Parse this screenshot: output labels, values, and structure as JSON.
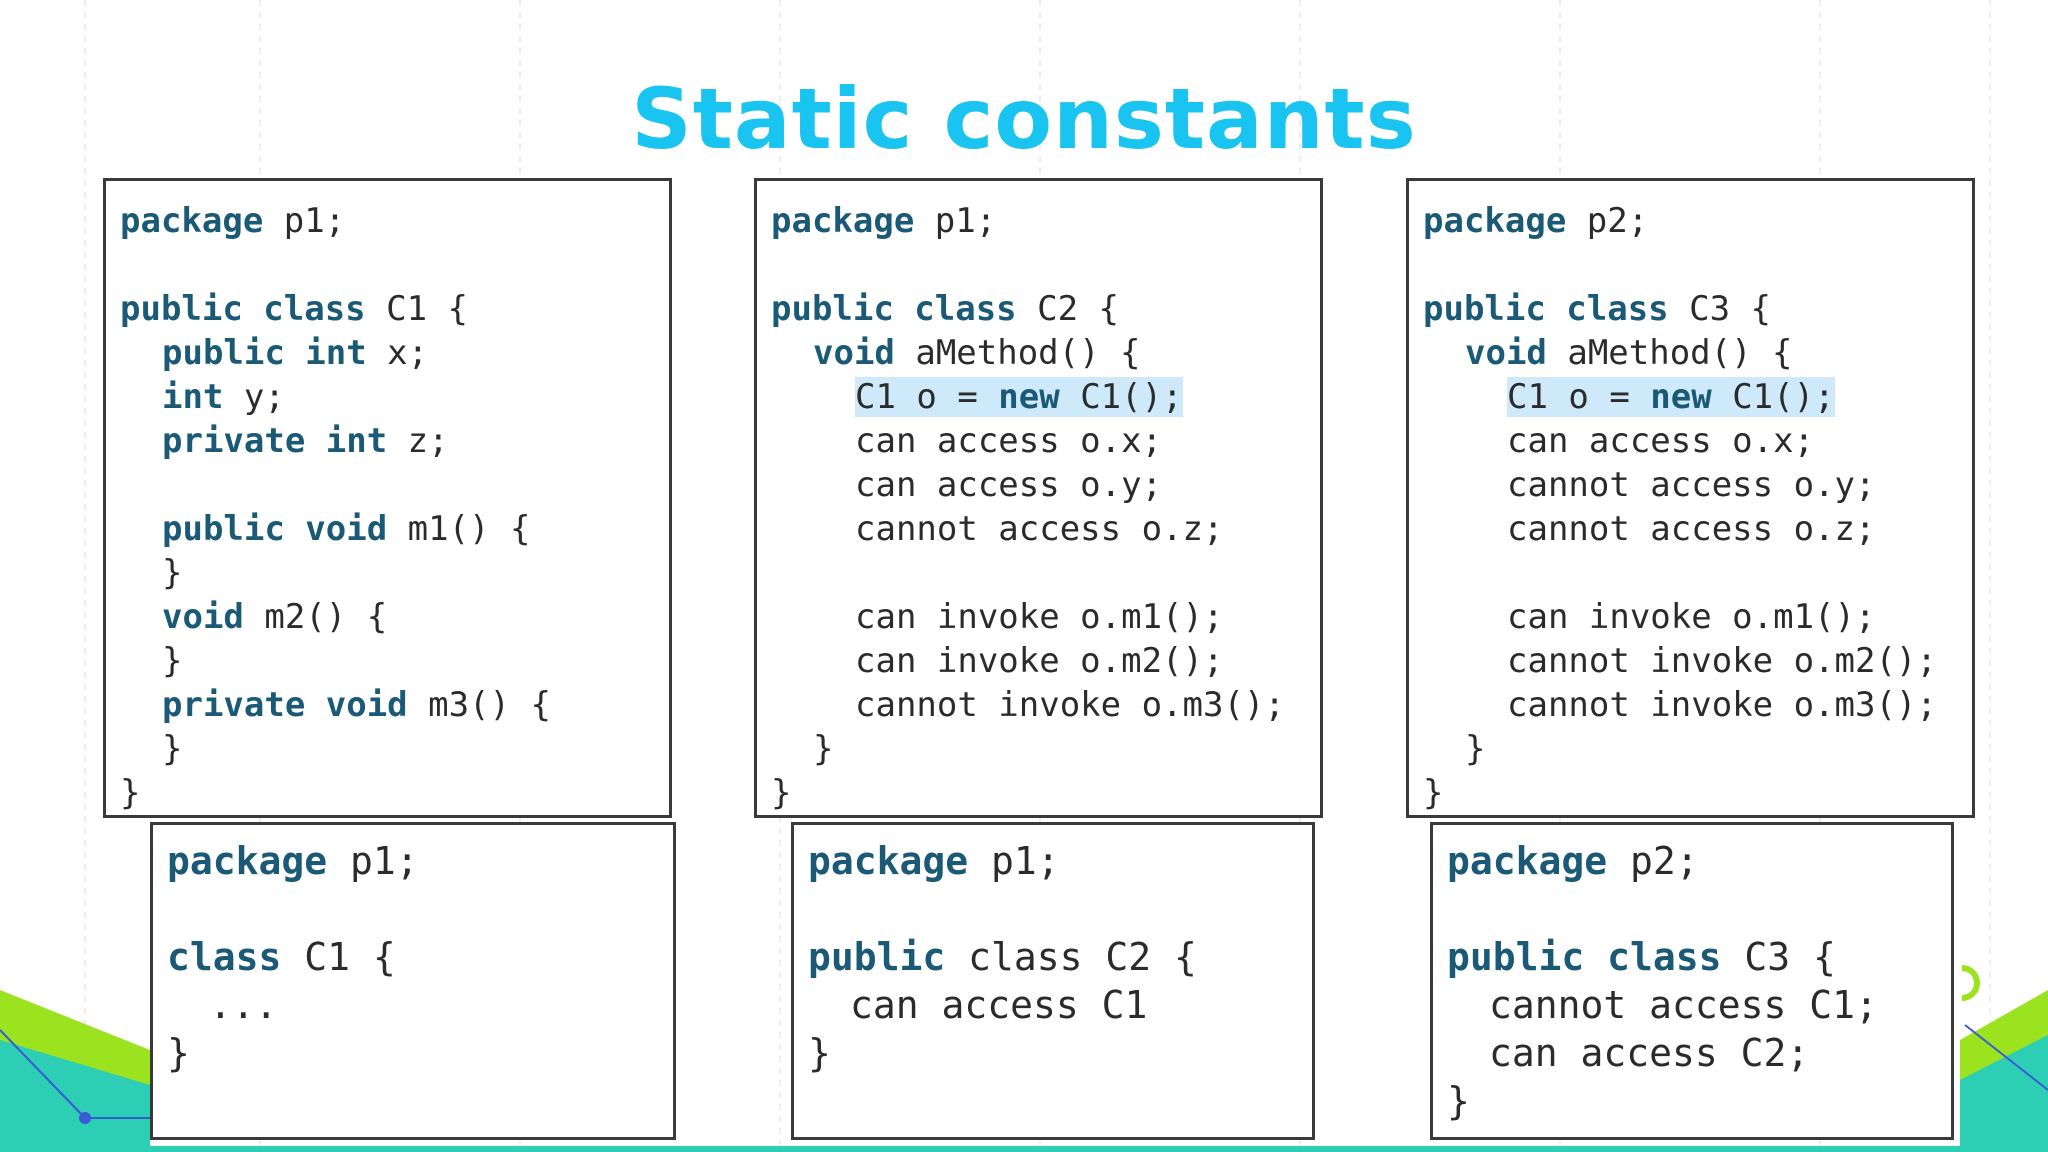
{
  "title": "Static constants",
  "panels_top": [
    {
      "lines": [
        {
          "k": "package",
          "t": " p1;",
          "indent": 0
        },
        {
          "gap": true
        },
        {
          "k": "public class",
          "t": " C1 {",
          "indent": 0
        },
        {
          "k": "public int",
          "t": " x;",
          "indent": 1
        },
        {
          "k": "int",
          "t": " y;",
          "indent": 1
        },
        {
          "k": "private int",
          "t": " z;",
          "indent": 1
        },
        {
          "gap": true
        },
        {
          "k": "public void",
          "t": " m1() {",
          "indent": 1
        },
        {
          "t": "}",
          "indent": 1
        },
        {
          "k": "void",
          "t": " m2() {",
          "indent": 1
        },
        {
          "t": "}",
          "indent": 1
        },
        {
          "k": "private void",
          "t": " m3() {",
          "indent": 1
        },
        {
          "t": "}",
          "indent": 1
        },
        {
          "t": "}",
          "indent": 0
        }
      ]
    },
    {
      "lines": [
        {
          "k": "package",
          "t": " p1;",
          "indent": 0
        },
        {
          "gap": true
        },
        {
          "k": "public class",
          "t": " C2 {",
          "indent": 0
        },
        {
          "k": "void",
          "t": " aMethod() {",
          "indent": 1
        },
        {
          "pre": "C1 o = ",
          "k": "new",
          "t": " C1();",
          "indent": 2,
          "highlight": true
        },
        {
          "t": "can access o.x;",
          "indent": 2
        },
        {
          "t": "can access o.y;",
          "indent": 2
        },
        {
          "t": "cannot access o.z;",
          "indent": 2
        },
        {
          "gap": true
        },
        {
          "t": "can invoke o.m1();",
          "indent": 2
        },
        {
          "t": "can invoke o.m2();",
          "indent": 2
        },
        {
          "t": "cannot invoke o.m3();",
          "indent": 2
        },
        {
          "t": "}",
          "indent": 1
        },
        {
          "t": "}",
          "indent": 0
        }
      ]
    },
    {
      "lines": [
        {
          "k": "package",
          "t": " p2;",
          "indent": 0
        },
        {
          "gap": true
        },
        {
          "k": "public class",
          "t": " C3 {",
          "indent": 0
        },
        {
          "k": "void",
          "t": " aMethod() {",
          "indent": 1
        },
        {
          "pre": "C1 o = ",
          "k": "new",
          "t": " C1();",
          "indent": 2,
          "highlight": true
        },
        {
          "t": "can access o.x;",
          "indent": 2
        },
        {
          "t": "cannot access o.y;",
          "indent": 2
        },
        {
          "t": "cannot access o.z;",
          "indent": 2
        },
        {
          "gap": true
        },
        {
          "t": "can invoke o.m1();",
          "indent": 2
        },
        {
          "t": "cannot invoke o.m2();",
          "indent": 2
        },
        {
          "t": "cannot invoke o.m3();",
          "indent": 2
        },
        {
          "t": "}",
          "indent": 1
        },
        {
          "t": "}",
          "indent": 0
        }
      ]
    }
  ],
  "panels_bottom": [
    {
      "lines": [
        {
          "k": "package",
          "t": " p1;",
          "indent": 0
        },
        {
          "gap": true
        },
        {
          "k": "class",
          "t": " C1 {",
          "indent": 0
        },
        {
          "t": "...",
          "indent": 1
        },
        {
          "t": "}",
          "indent": 0
        }
      ]
    },
    {
      "lines": [
        {
          "k": "package",
          "t": " p1;",
          "indent": 0
        },
        {
          "gap": true
        },
        {
          "k": "public",
          "t": " class C2 {",
          "indent": 0
        },
        {
          "t": "can access C1",
          "indent": 1
        },
        {
          "t": "}",
          "indent": 0
        }
      ]
    },
    {
      "lines": [
        {
          "k": "package",
          "t": " p2;",
          "indent": 0
        },
        {
          "gap": true
        },
        {
          "k": "public class",
          "t": " C3 {",
          "indent": 0
        },
        {
          "t": "cannot access C1;",
          "indent": 1
        },
        {
          "t": "can access C2;",
          "indent": 1
        },
        {
          "t": "}",
          "indent": 0
        }
      ]
    }
  ],
  "colors": {
    "title": "#19c4f0",
    "keyword": "#1b5a76",
    "highlight": "#cde9fa",
    "deco_green": "#9be21f",
    "deco_teal": "#2ccfb4"
  }
}
